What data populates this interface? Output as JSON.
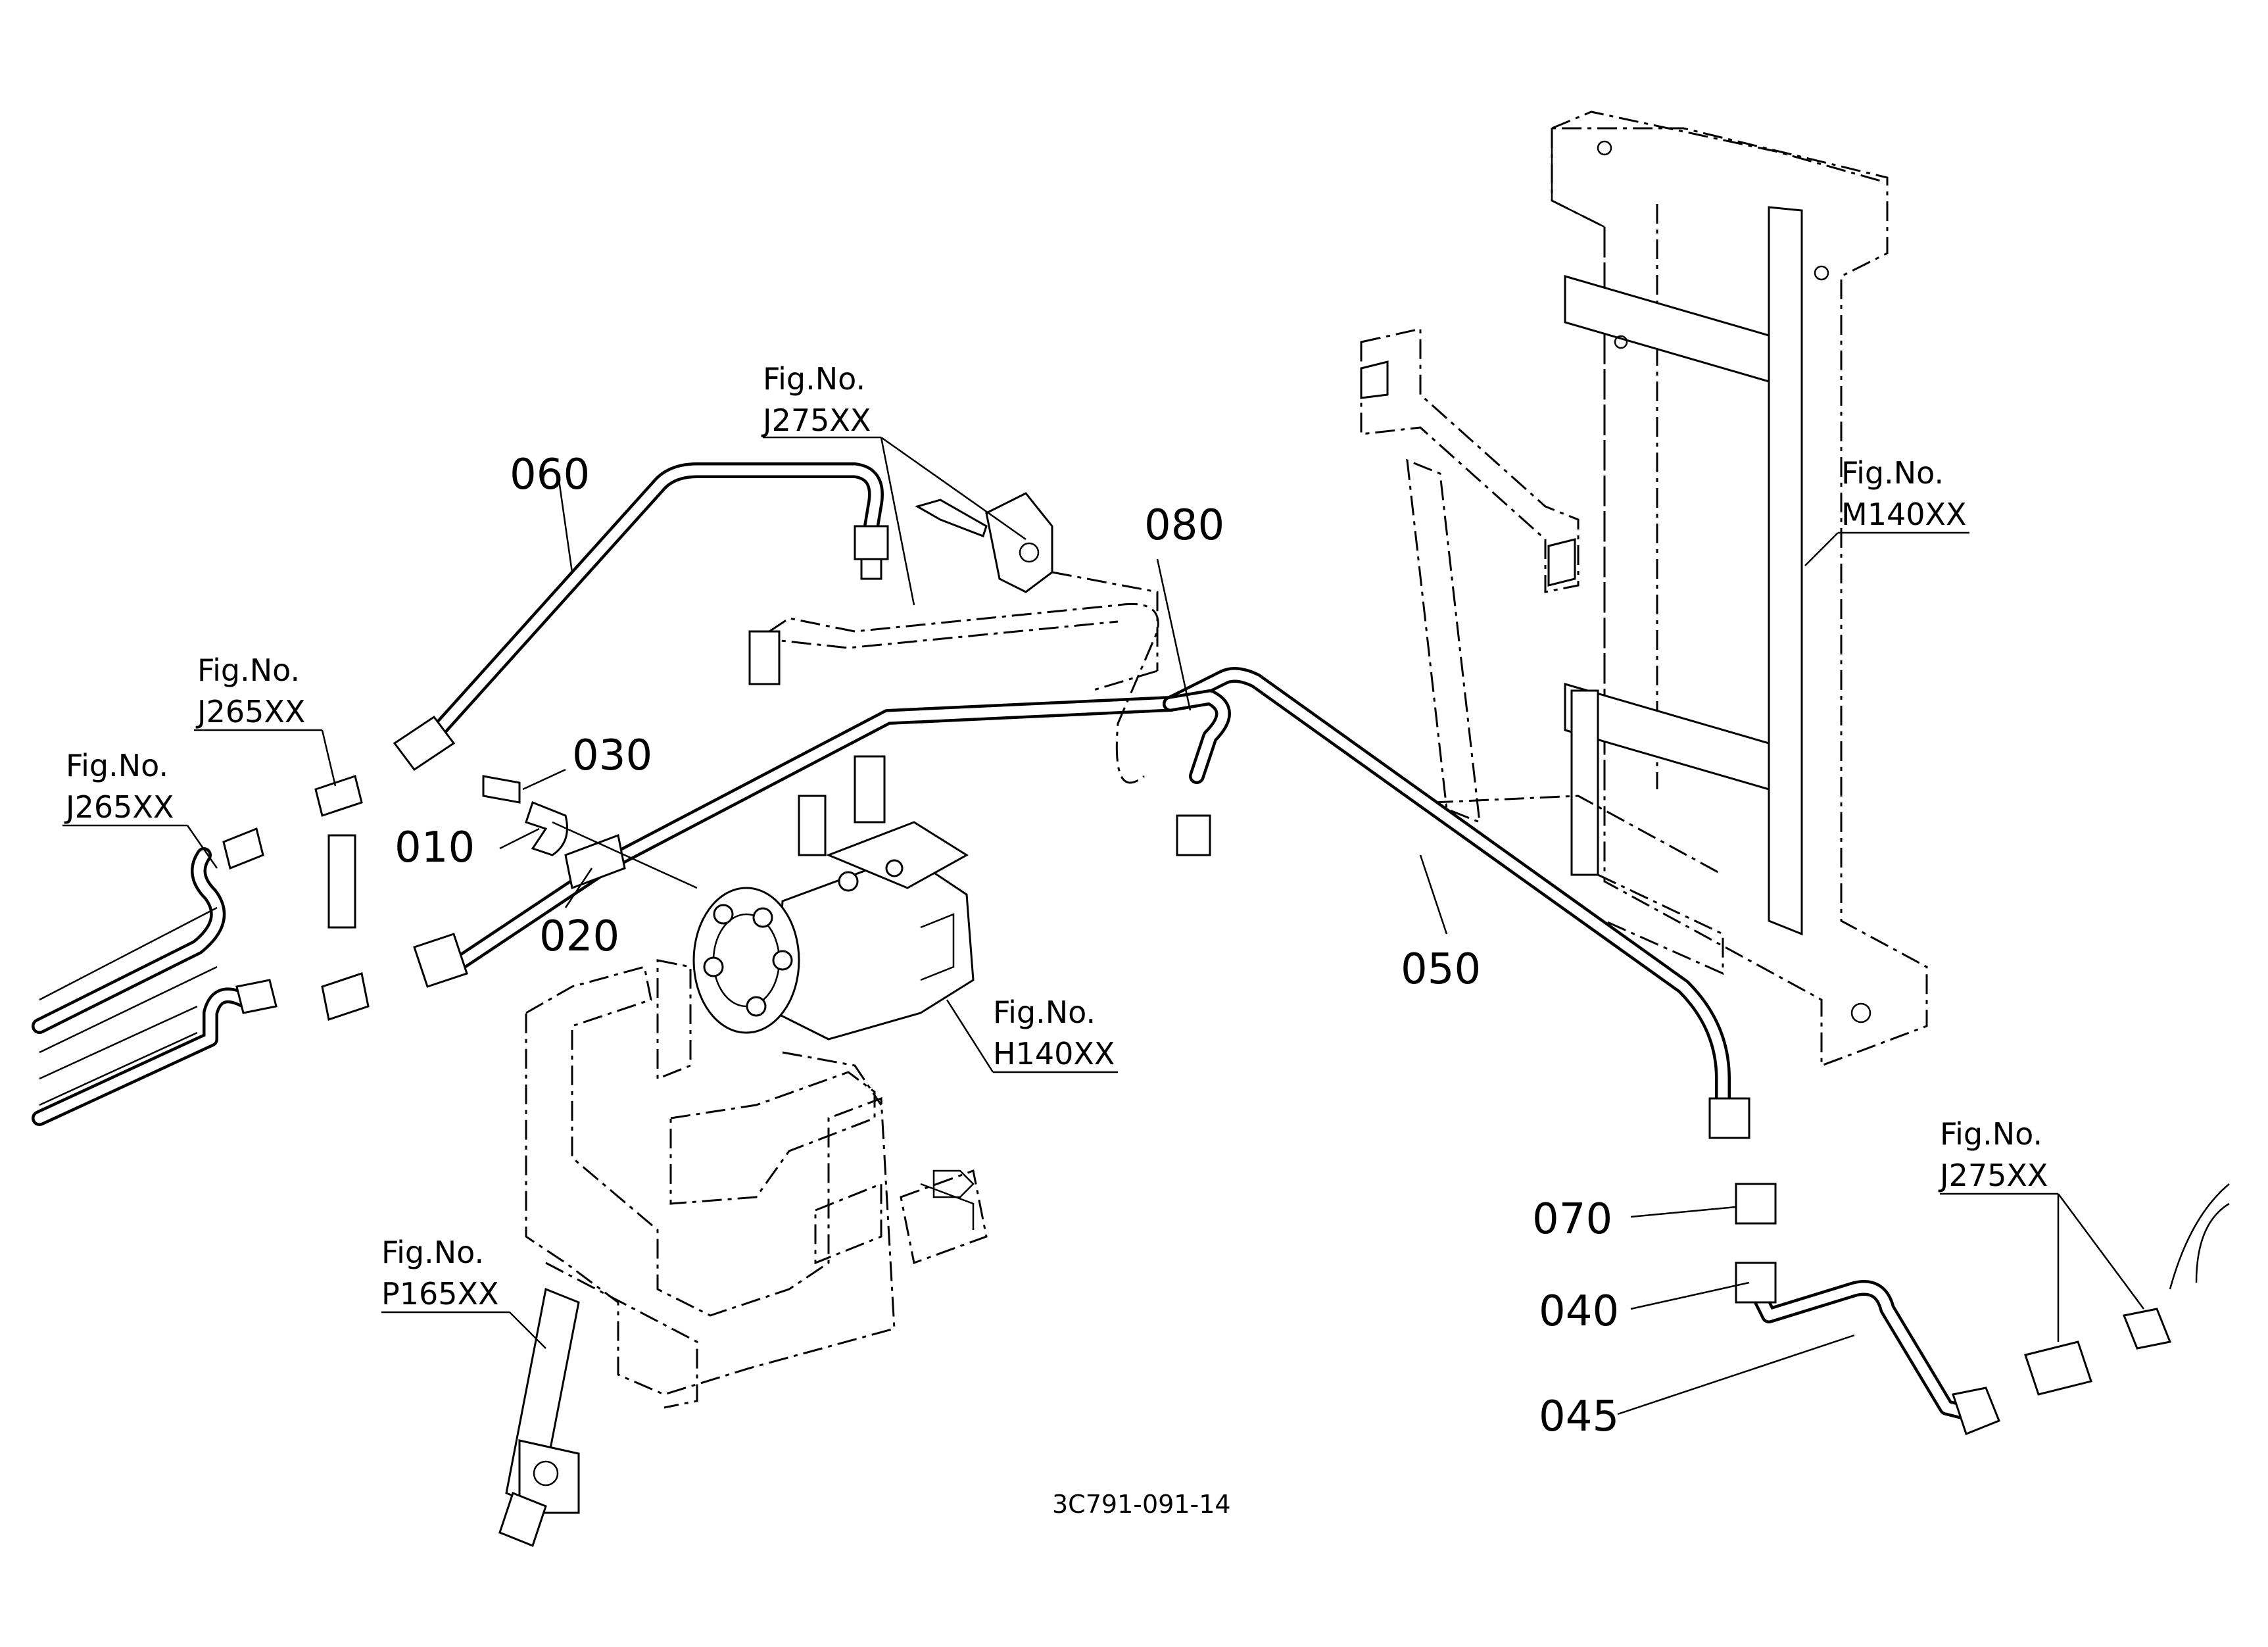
{
  "diagram": {
    "drawing_code": "3C791-091-14",
    "part_labels": [
      {
        "id": "p010",
        "text": "010"
      },
      {
        "id": "p020",
        "text": "020"
      },
      {
        "id": "p030",
        "text": "030"
      },
      {
        "id": "p040",
        "text": "040"
      },
      {
        "id": "p045",
        "text": "045"
      },
      {
        "id": "p050",
        "text": "050"
      },
      {
        "id": "p060",
        "text": "060"
      },
      {
        "id": "p070",
        "text": "070"
      },
      {
        "id": "p080",
        "text": "080"
      }
    ],
    "figure_refs": [
      {
        "id": "ref-j275-top",
        "line1": "Fig.No.",
        "line2": "J275XX"
      },
      {
        "id": "ref-j265-a",
        "line1": "Fig.No.",
        "line2": "J265XX"
      },
      {
        "id": "ref-j265-b",
        "line1": "Fig.No.",
        "line2": "J265XX"
      },
      {
        "id": "ref-m140",
        "line1": "Fig.No.",
        "line2": "M140XX"
      },
      {
        "id": "ref-h140",
        "line1": "Fig.No.",
        "line2": "H140XX"
      },
      {
        "id": "ref-p165",
        "line1": "Fig.No.",
        "line2": "P165XX"
      },
      {
        "id": "ref-j275-right",
        "line1": "Fig.No.",
        "line2": "J275XX"
      }
    ]
  }
}
